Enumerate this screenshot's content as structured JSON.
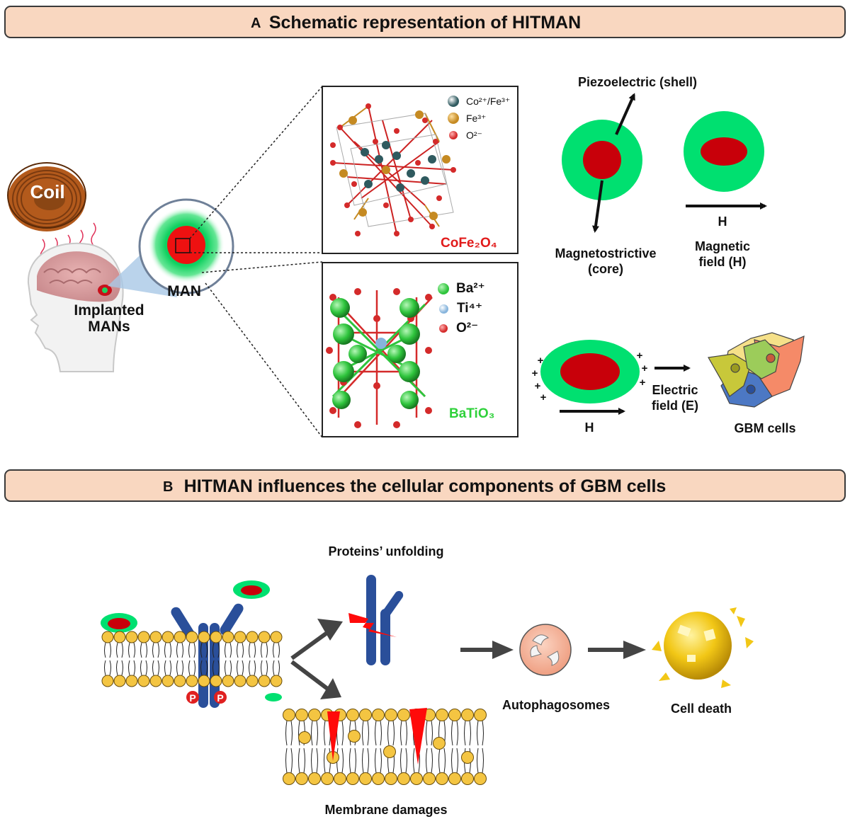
{
  "panel_a": {
    "letter": "A",
    "title": "Schematic representation of HITMAN",
    "coil_label": "Coil",
    "implanted_label_1": "Implanted",
    "implanted_label_2": "MANs",
    "man_label": "MAN",
    "cofe_legend": [
      {
        "ion": "Co²⁺/Fe³⁺",
        "color": "#2f5a5f"
      },
      {
        "ion": "Fe³⁺",
        "color": "#c58a22"
      },
      {
        "ion": "O²⁻",
        "color": "#d42a2a"
      }
    ],
    "cofe_formula": "CoFe₂O₄",
    "batio_legend": [
      {
        "ion": "Ba²⁺",
        "color": "#2ec43c"
      },
      {
        "ion": "Ti⁴⁺",
        "color": "#86b4dc"
      },
      {
        "ion": "O²⁻",
        "color": "#d42a2a"
      }
    ],
    "batio_formula": "BaTiO₃",
    "piezo_label": "Piezoelectric (shell)",
    "magneto_label_1": "Magnetostrictive",
    "magneto_label_2": "(core)",
    "h_label": "H",
    "mag_field_label_1": "Magnetic",
    "mag_field_label_2": "field (H)",
    "h_label_2": "H",
    "electric_label_1": "Electric",
    "electric_label_2": "field (E)",
    "gbm_label": "GBM cells",
    "plus": "+"
  },
  "panel_b": {
    "letter": "B",
    "title": "HITMAN influences the cellular components of GBM cells",
    "proteins_label": "Proteins’ unfolding",
    "membrane_label": "Membrane damages",
    "autophago_label": "Autophagosomes",
    "death_label": "Cell death",
    "phospho": "P"
  },
  "colors": {
    "shell_green": "#00e070",
    "core_red": "#c8000a",
    "receptor_blue": "#2a4f9a",
    "lipid_yellow": "#f4c542",
    "banner_fill": "#f9d7c0"
  }
}
